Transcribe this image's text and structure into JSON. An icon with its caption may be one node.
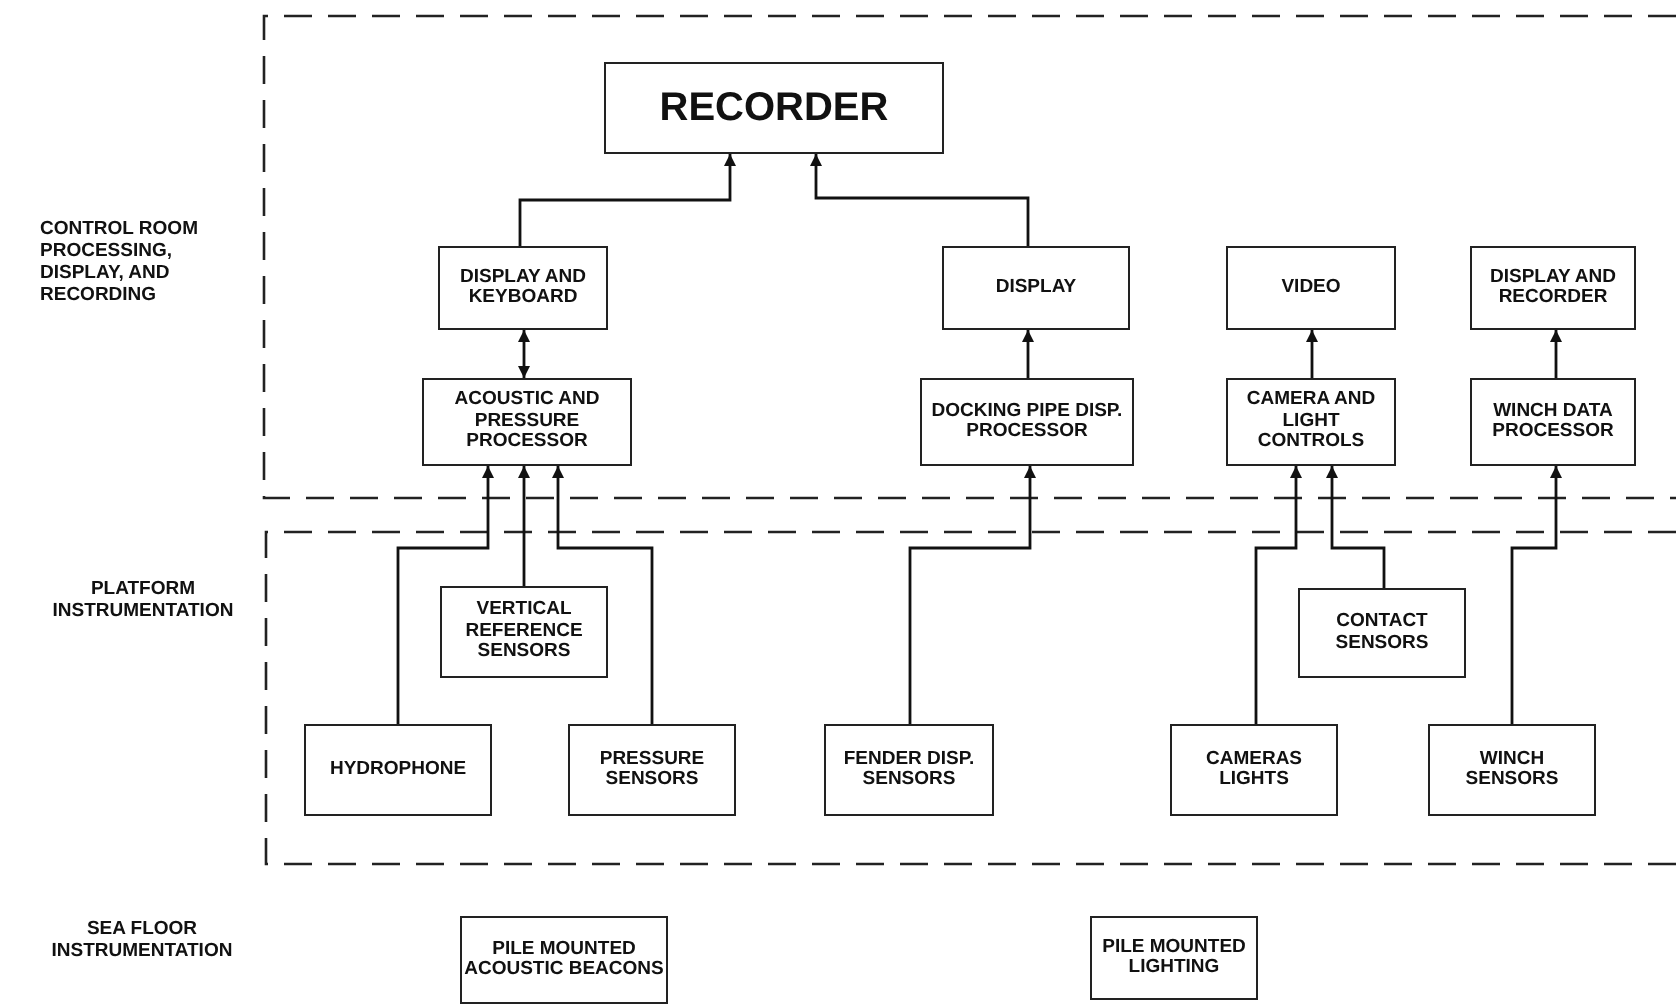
{
  "diagram": {
    "nodes": [
      {
        "text": [
          "CONTROL ROOM PROCESSING, DISPLAY, AND RECORDING"
        ]
      },
      {
        "text": [
          "RECORDER"
        ],
        "in": 0
      },
      {
        "text": [
          "DISPLAY AND KEYBOARD"
        ],
        "in": 0
      },
      {
        "text": [
          "DISPLAY"
        ],
        "in": 0
      },
      {
        "text": [
          "VIDEO"
        ],
        "in": 0
      },
      {
        "text": [
          "DISPLAY AND RECORDER"
        ],
        "in": 0
      },
      {
        "text": [
          "ACOUSTIC AND PRESSURE PROCESSOR"
        ],
        "in": 0
      },
      {
        "text": [
          "DOCKING PIPE DISP. PROCESSOR"
        ],
        "in": 0
      },
      {
        "text": [
          "CAMERA AND LIGHT CONTROLS"
        ],
        "in": 0
      },
      {
        "text": [
          "WINCH DATA PROCESSOR"
        ],
        "in": 0
      },
      {
        "text": [
          "PLATFORM INSTRUMENTATION"
        ]
      },
      {
        "text": [
          "VERTICAL REFERENCE SENSORS"
        ],
        "in": 10
      },
      {
        "text": [
          "CONTACT SENSORS"
        ],
        "in": 10
      },
      {
        "text": [
          "HYDROPHONE"
        ],
        "in": 10
      },
      {
        "text": [
          "PRESSURE SENSORS"
        ],
        "in": 10
      },
      {
        "text": [
          "FENDER DISP. SENSORS"
        ],
        "in": 10
      },
      {
        "text": [
          "CAMERAS LIGHTS"
        ],
        "in": 10
      },
      {
        "text": [
          "WINCH SENSORS"
        ],
        "in": 10
      },
      {
        "text": [
          "PILE MOUNTED ACOUSTIC BEACONS"
        ]
      },
      {
        "text": [
          "PILE MOUNTED LIGHTING"
        ]
      }
    ],
    "edges": [
      {
        "from": 2,
        "to": 1,
        "arrow": "to"
      },
      {
        "from": 3,
        "to": 1,
        "arrow": "to"
      },
      {
        "from": 6,
        "to": 2,
        "arrow": "both"
      },
      {
        "from": 7,
        "to": 3,
        "arrow": "to"
      },
      {
        "from": 8,
        "to": 4,
        "arrow": "to"
      },
      {
        "from": 9,
        "to": 5,
        "arrow": "to"
      },
      {
        "from": 13,
        "to": 6,
        "arrow": "to"
      },
      {
        "from": 11,
        "to": 6,
        "arrow": "to"
      },
      {
        "from": 14,
        "to": 6,
        "arrow": "to"
      },
      {
        "from": 15,
        "to": 7,
        "arrow": "to"
      },
      {
        "from": 16,
        "to": 8,
        "arrow": "to"
      },
      {
        "from": 12,
        "to": 8,
        "arrow": "to"
      },
      {
        "from": 17,
        "to": 9,
        "arrow": "to"
      }
    ],
    "labels": [
      "SEA FLOOR INSTRUMENTATION"
    ]
  }
}
